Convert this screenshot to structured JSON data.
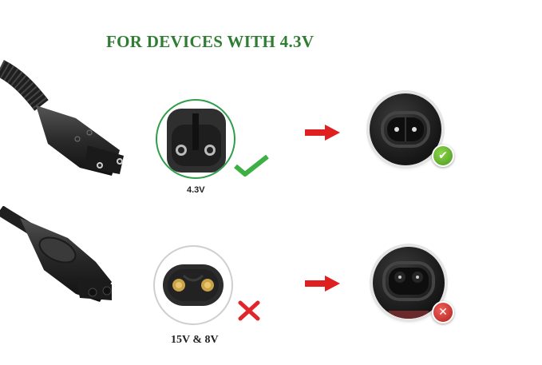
{
  "header": {
    "title": "FOR DEVICES WITH 4.3V",
    "title_color": "#2e7d32"
  },
  "rows": [
    {
      "plug_label": "4.3V",
      "ring_color": "#2e9e4a",
      "verdict_icon": "checkmark-icon",
      "verdict_color": "#3cb043",
      "arrow_icon": "arrow-right-icon",
      "arrow_color": "#e02020",
      "socket_badge_icon": "check-badge-icon",
      "socket_badge_symbol": "✔"
    },
    {
      "plug_label": "15V & 8V",
      "ring_color": "#cfcfcf",
      "verdict_icon": "cross-icon",
      "verdict_color": "#e0262b",
      "arrow_icon": "arrow-right-icon",
      "arrow_color": "#e02020",
      "socket_badge_icon": "cross-badge-icon",
      "socket_badge_symbol": "✕"
    }
  ]
}
